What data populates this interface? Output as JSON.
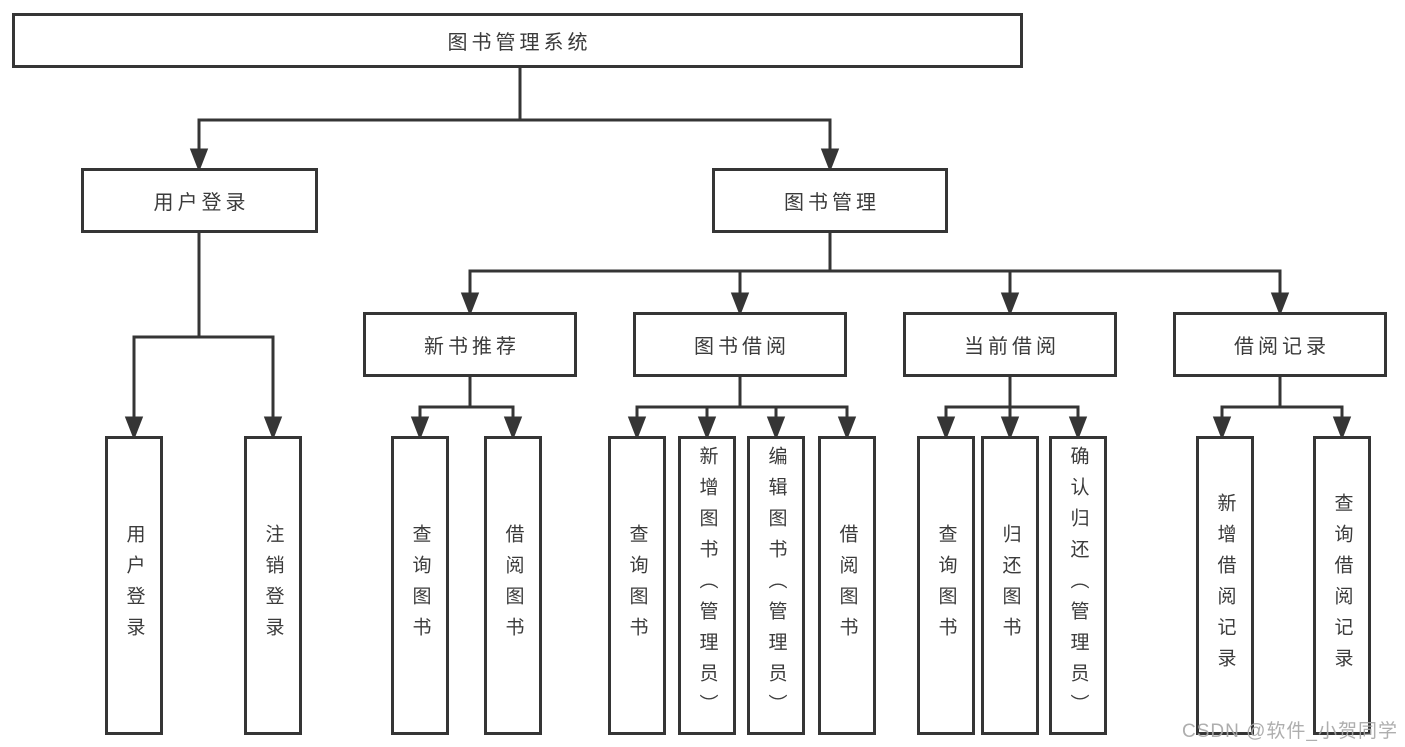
{
  "diagram": {
    "root": {
      "label": "图书管理系统",
      "children": [
        {
          "label": "用户登录",
          "children": [
            {
              "label": "用户登录"
            },
            {
              "label": "注销登录"
            }
          ]
        },
        {
          "label": "图书管理",
          "children": [
            {
              "label": "新书推荐",
              "children": [
                {
                  "label": "查询图书"
                },
                {
                  "label": "借阅图书"
                }
              ]
            },
            {
              "label": "图书借阅",
              "children": [
                {
                  "label": "查询图书"
                },
                {
                  "label": "新增图书（管理员）"
                },
                {
                  "label": "编辑图书（管理员）"
                },
                {
                  "label": "借阅图书"
                }
              ]
            },
            {
              "label": "当前借阅",
              "children": [
                {
                  "label": "查询图书"
                },
                {
                  "label": "归还图书"
                },
                {
                  "label": "确认归还（管理员）"
                }
              ]
            },
            {
              "label": "借阅记录",
              "children": [
                {
                  "label": "新增借阅记录"
                },
                {
                  "label": "查询借阅记录"
                }
              ]
            }
          ]
        }
      ]
    },
    "line_color": "#353535",
    "box_fill": "#ffffff",
    "text_color": "#3b3b3b"
  },
  "watermark": {
    "text": "CSDN @软件_小贺同学",
    "color": "#a7a7a7"
  }
}
